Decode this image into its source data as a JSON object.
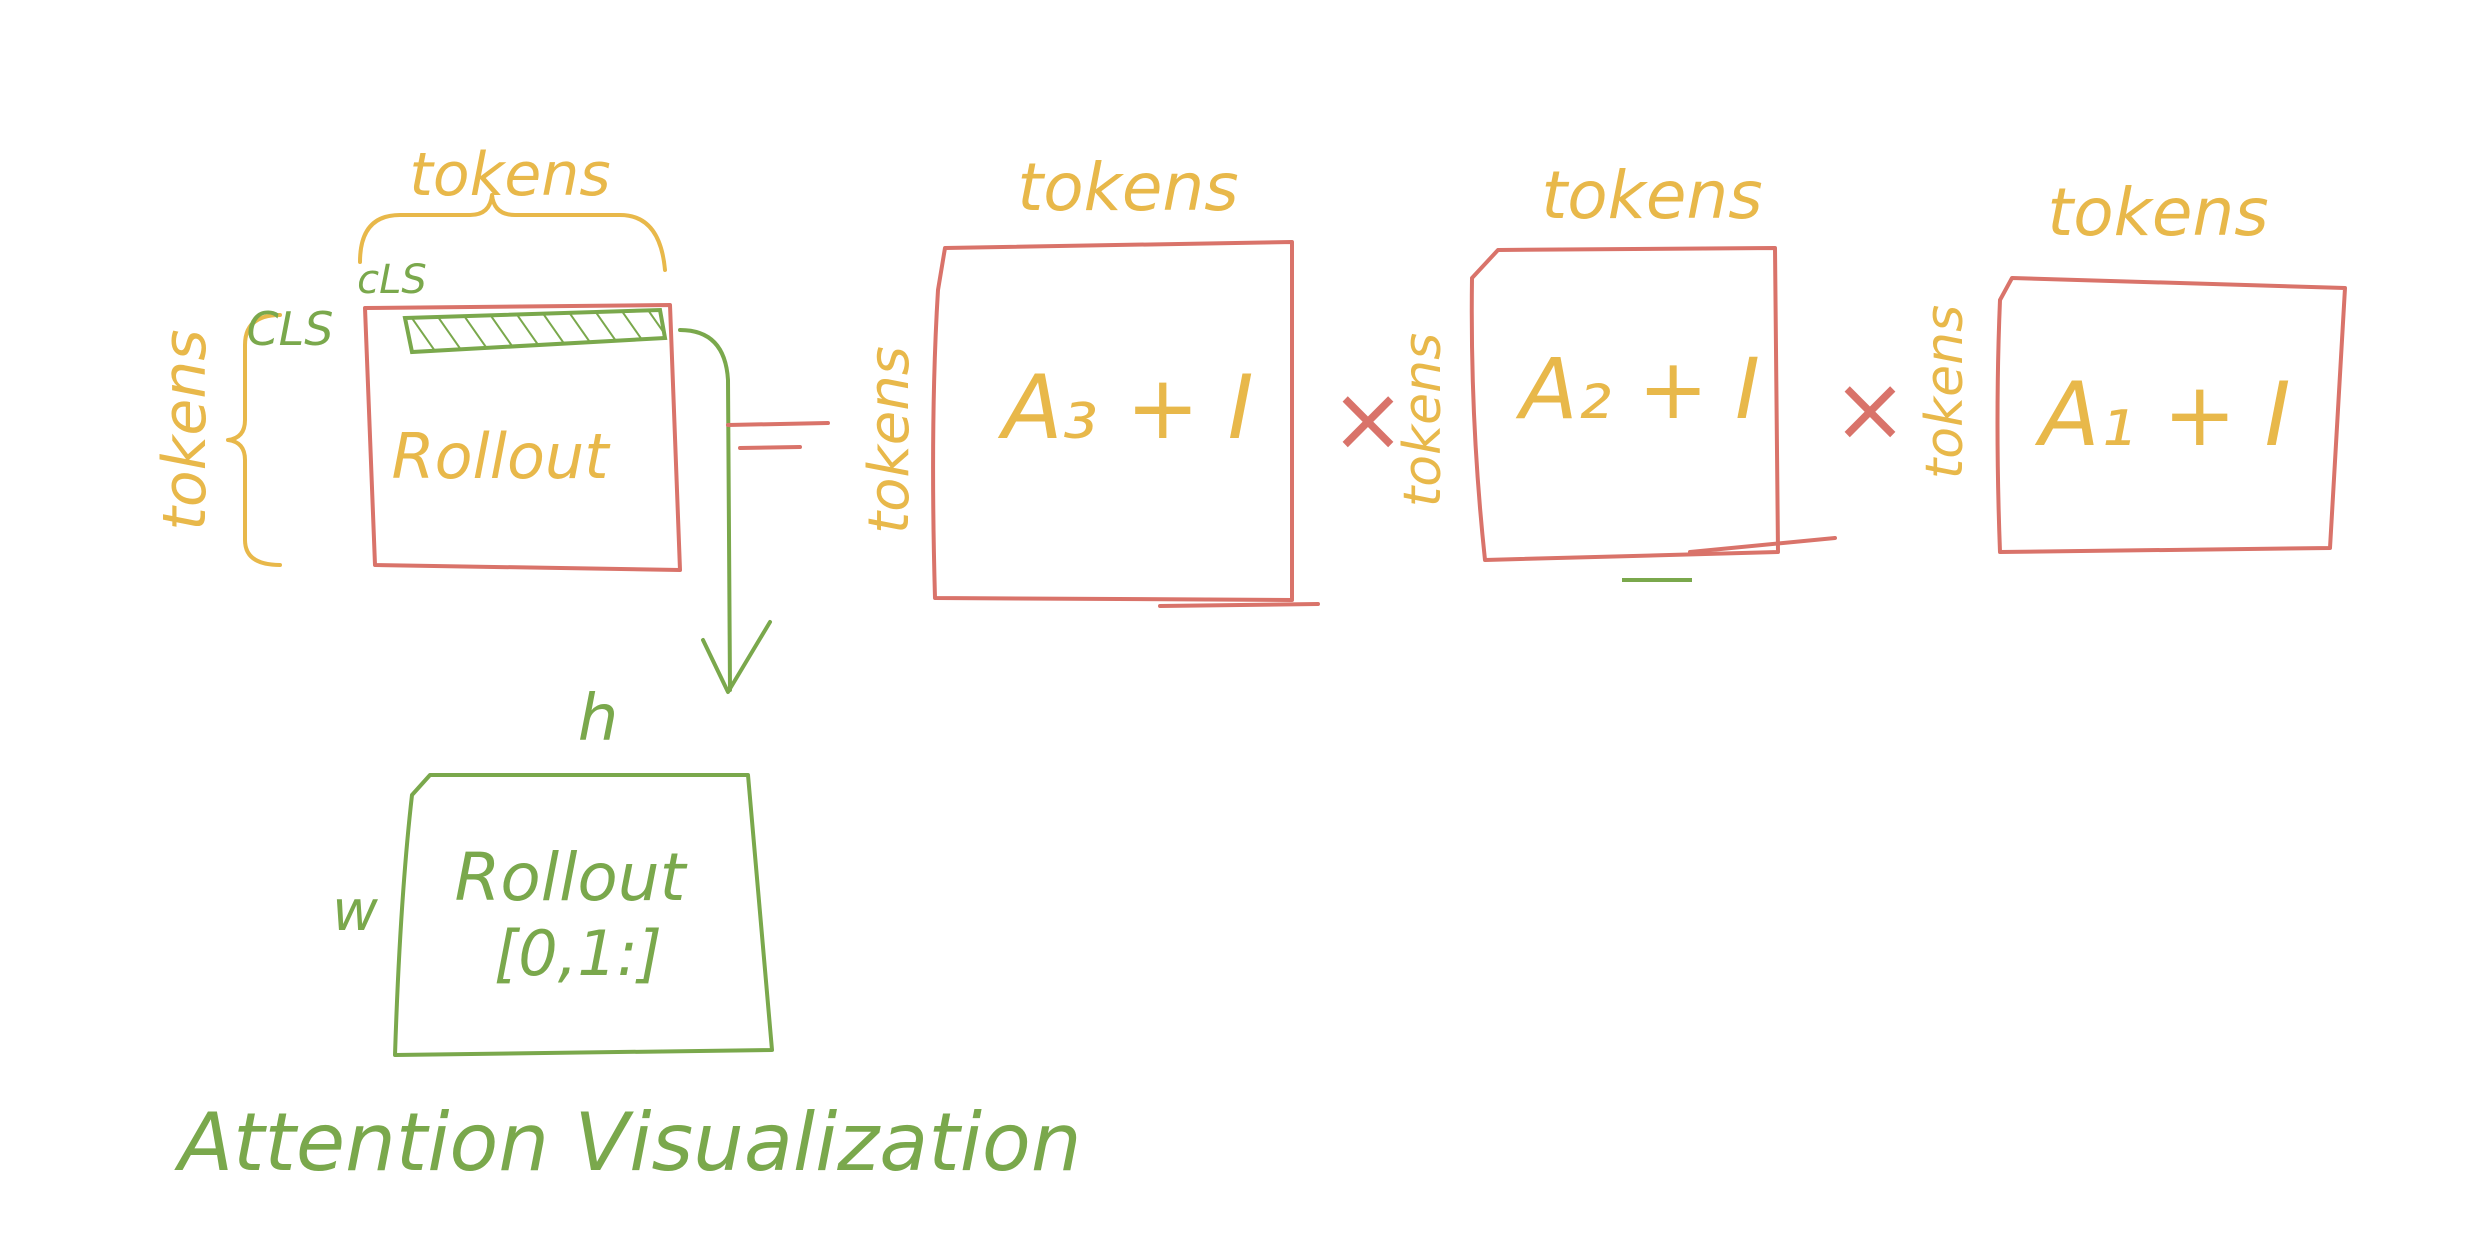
{
  "colors": {
    "yellow": "#e8b84a",
    "red": "#d9736a",
    "green": "#7aa84c"
  },
  "rollout": {
    "top_label": "tokens",
    "side_label": "tokens",
    "cls_row_label": "CLS",
    "cls_col_label": "cLS",
    "box_label": "Rollout"
  },
  "equals": "=",
  "times": "×",
  "matrices": [
    {
      "top_label": "tokens",
      "side_label": "tokens",
      "box_label": "A₃ + I"
    },
    {
      "top_label": "tokens",
      "side_label": "tokens",
      "box_label": "A₂ + I"
    },
    {
      "top_label": "tokens",
      "side_label": "tokens",
      "box_label": "A₁ + I"
    }
  ],
  "visualization": {
    "h_label": "h",
    "w_label": "w",
    "box_line1": "Rollout",
    "box_line2": "[0,1:]",
    "caption": "Attention Visualization"
  }
}
